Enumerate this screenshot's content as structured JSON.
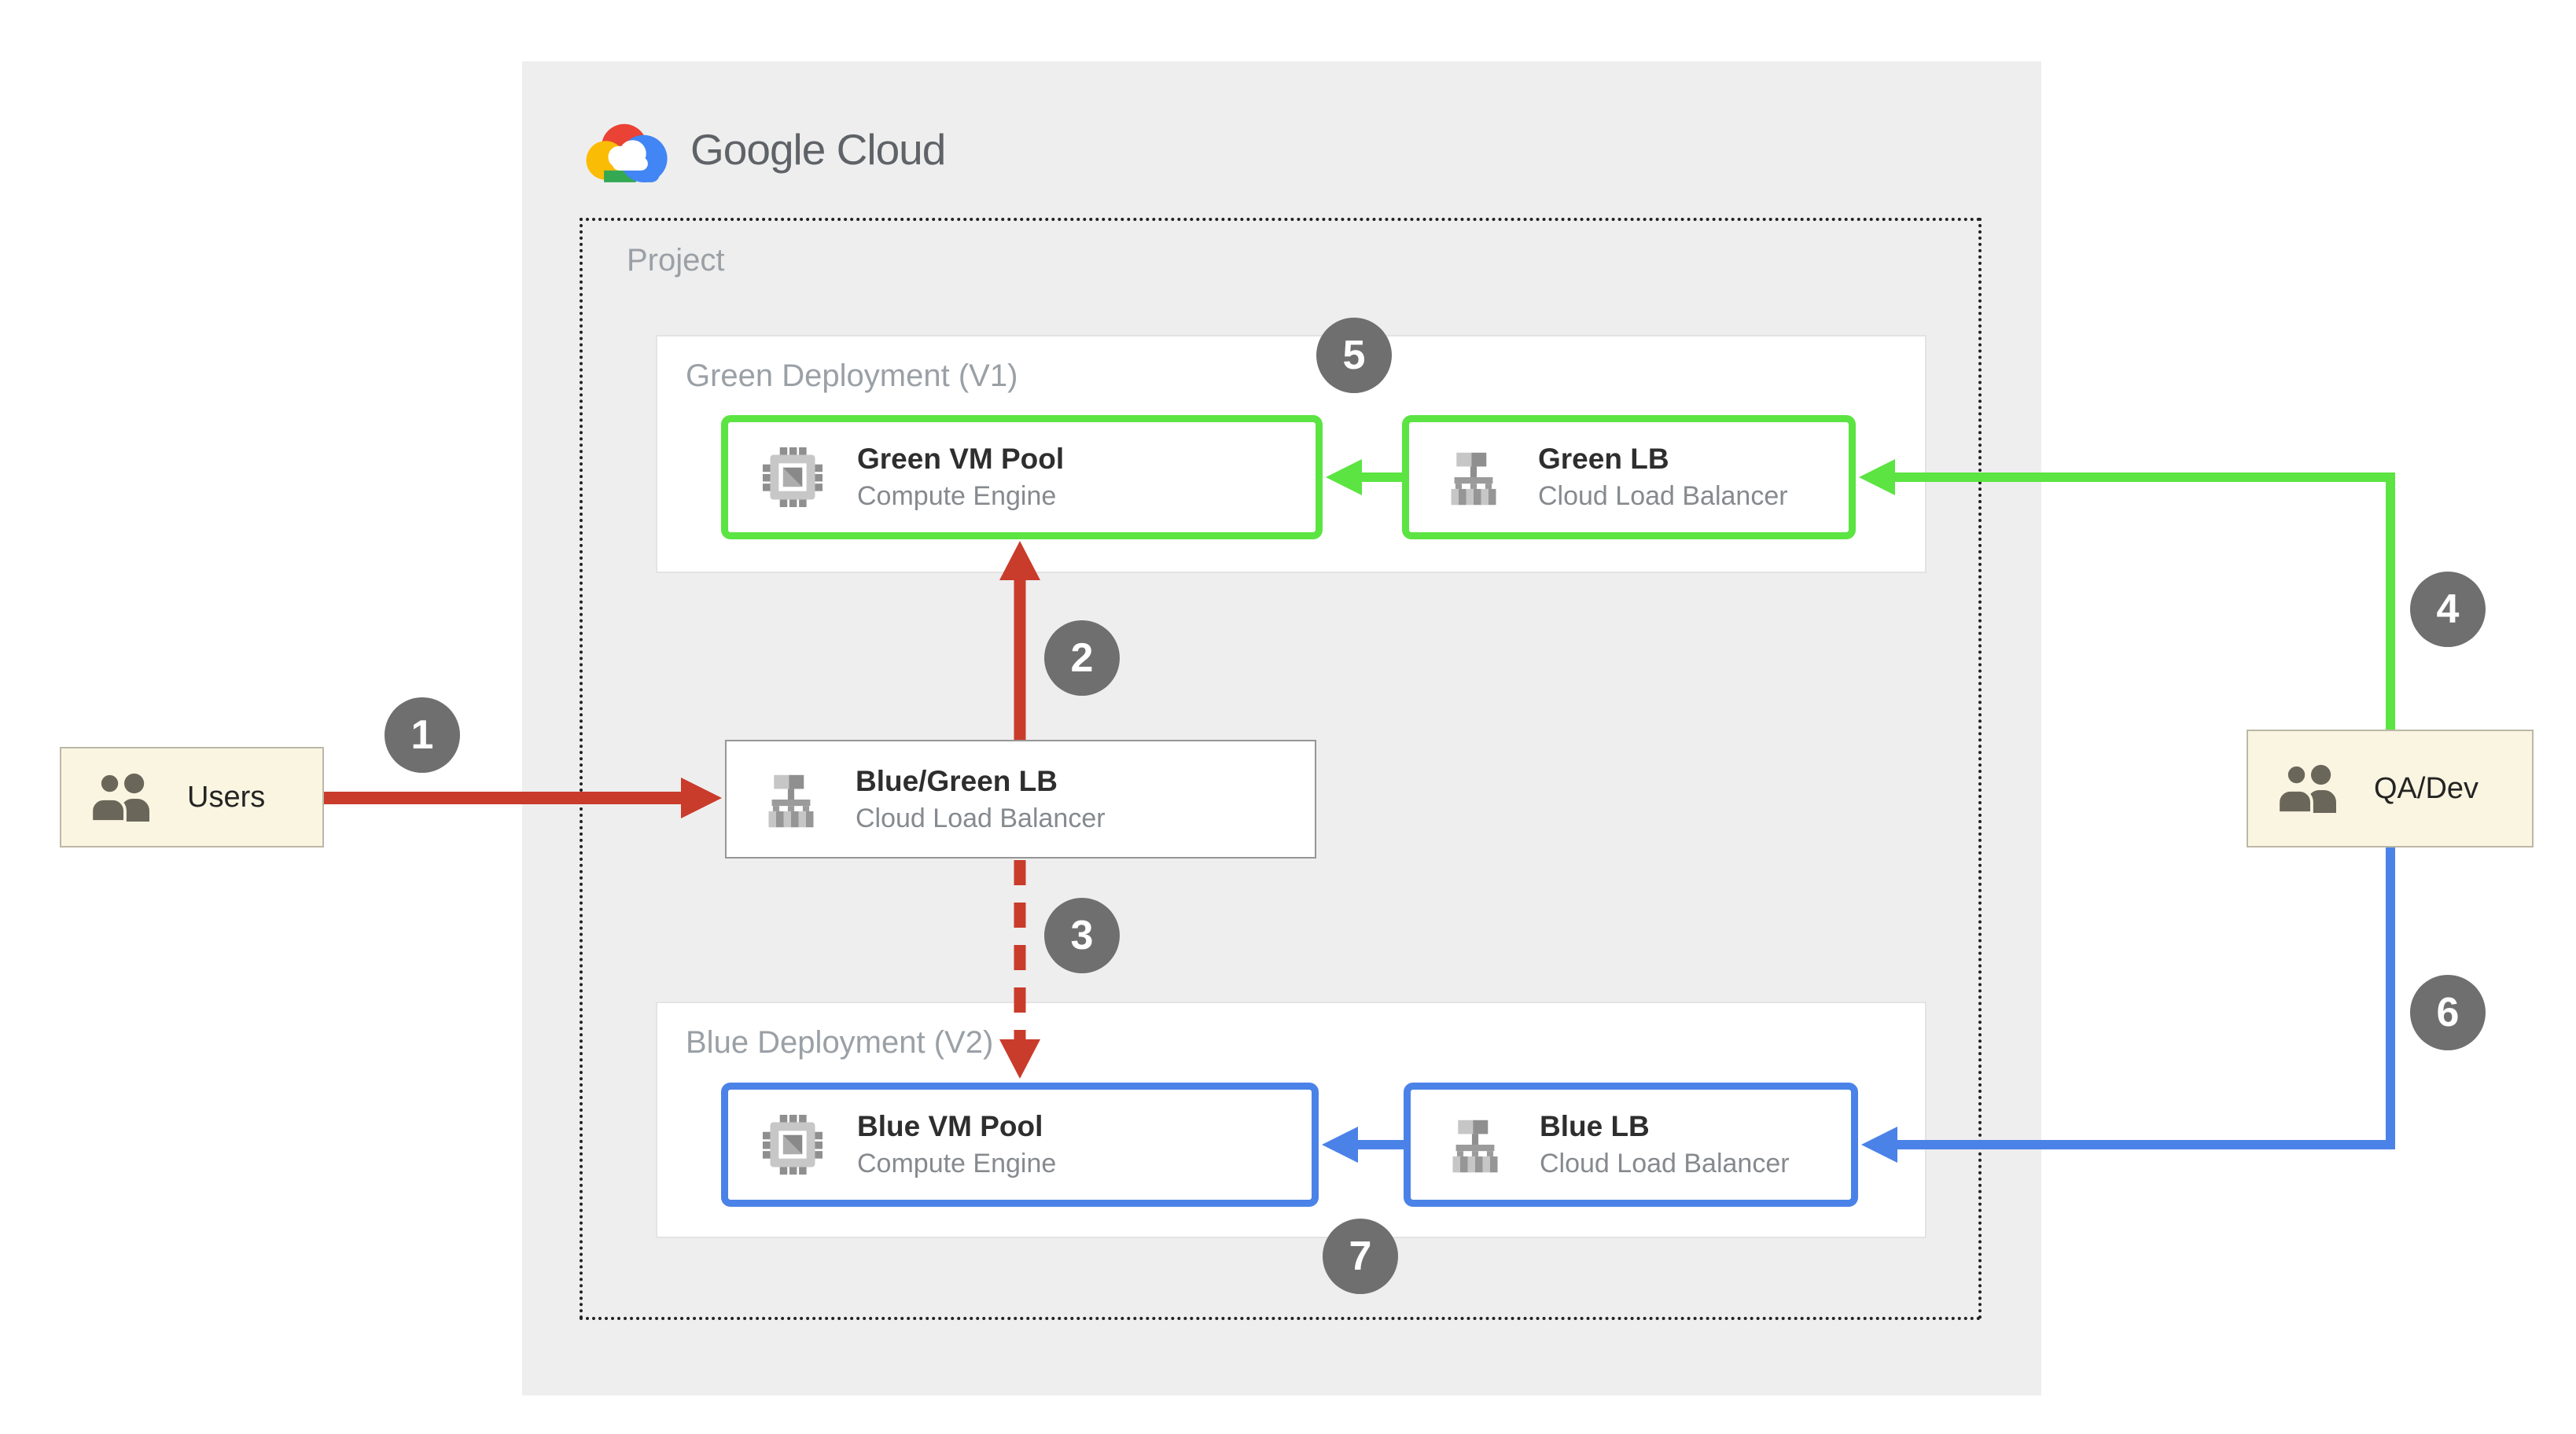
{
  "brand": {
    "wordmark": "Google Cloud"
  },
  "project": {
    "label": "Project"
  },
  "green_deployment": {
    "label": "Green Deployment (V1)",
    "vm_title": "Green VM Pool",
    "vm_subtitle": "Compute Engine",
    "lb_title": "Green LB",
    "lb_subtitle": "Cloud Load Balancer"
  },
  "blue_deployment": {
    "label": "Blue Deployment (V2)",
    "vm_title": "Blue VM Pool",
    "vm_subtitle": "Compute Engine",
    "lb_title": "Blue LB",
    "lb_subtitle": "Cloud Load Balancer"
  },
  "router": {
    "title": "Blue/Green LB",
    "subtitle": "Cloud Load Balancer"
  },
  "actors": {
    "users_label": "Users",
    "qadev_label": "QA/Dev"
  },
  "badges": [
    "1",
    "2",
    "3",
    "4",
    "5",
    "6",
    "7"
  ],
  "colors": {
    "green_accent": "#5BE442",
    "blue_accent": "#4A82E8",
    "red_accent": "#C93B2B",
    "badge_gray": "#6F6F6F",
    "panel_gray": "#EEEEEE",
    "actor_cream": "#FAF5E1",
    "logo_red": "#EA4335",
    "logo_yellow": "#FBBC05",
    "logo_green": "#34A853",
    "logo_blue": "#4285F4"
  },
  "icons": {
    "logo": "google-cloud-logo-icon",
    "compute": "compute-engine-icon",
    "load_balancer": "load-balancer-icon",
    "users": "users-icon"
  }
}
